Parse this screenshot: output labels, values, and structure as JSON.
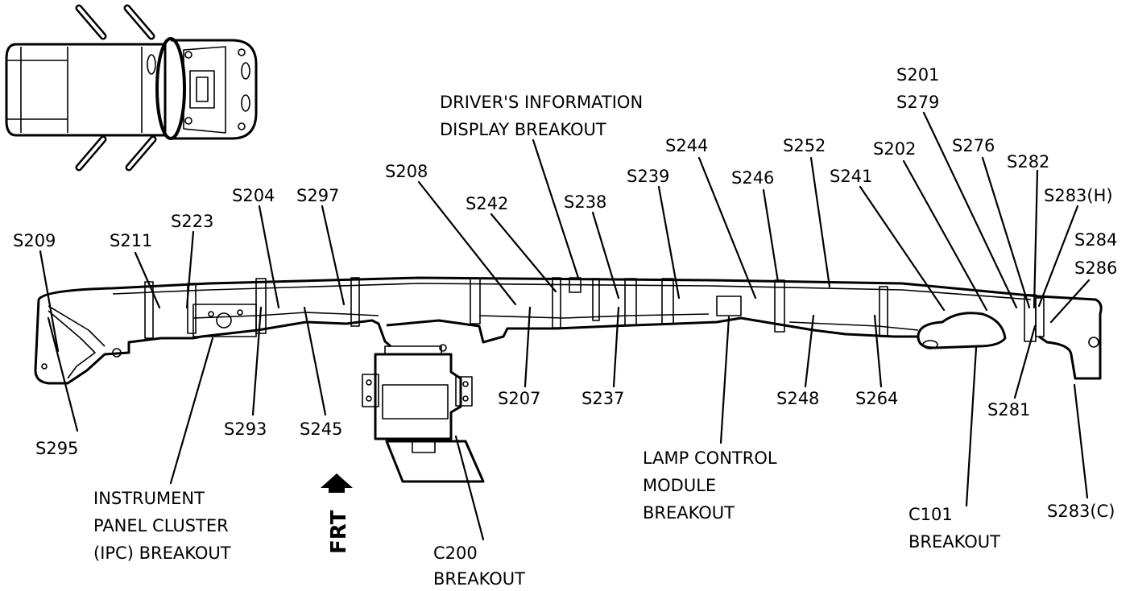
{
  "labels": {
    "s201": "S201",
    "s279": "S279",
    "s202": "S202",
    "s276": "S276",
    "s282": "S282",
    "s283h": "S283(H)",
    "s284": "S284",
    "s286": "S286",
    "s241": "S241",
    "s252": "S252",
    "s246": "S246",
    "s244": "S244",
    "s239": "S239",
    "s238": "S238",
    "s242": "S242",
    "s208": "S208",
    "s297": "S297",
    "s204": "S204",
    "s223": "S223",
    "s211": "S211",
    "s209": "S209",
    "s295": "S295",
    "s293": "S293",
    "s245": "S245",
    "s207": "S207",
    "s237": "S237",
    "s248": "S248",
    "s264": "S264",
    "s281": "S281",
    "s283c": "S283(C)",
    "dic_line1": "DRIVER'S INFORMATION",
    "dic_line2": "DISPLAY BREAKOUT",
    "ipc_line1": "INSTRUMENT",
    "ipc_line2": "PANEL CLUSTER",
    "ipc_line3": "(IPC) BREAKOUT",
    "lamp_line1": "LAMP CONTROL",
    "lamp_line2": "MODULE",
    "lamp_line3": "BREAKOUT",
    "c101_line1": "C101",
    "c101_line2": "BREAKOUT",
    "c200_line1": "C200",
    "c200_line2": "BREAKOUT",
    "front_arrow": "FRT"
  }
}
